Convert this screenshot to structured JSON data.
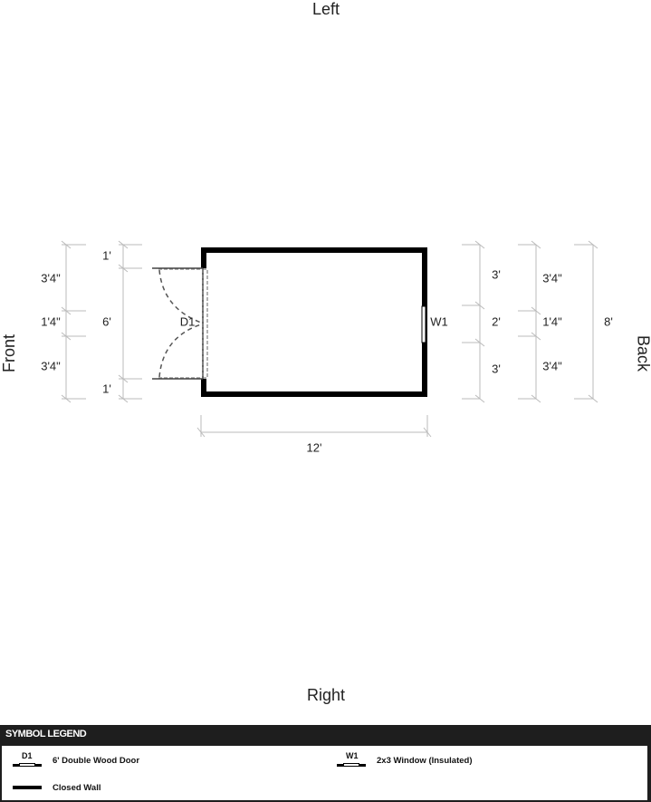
{
  "sides": {
    "top": "Left",
    "bottom": "Right",
    "left": "Front",
    "right": "Back"
  },
  "openings": {
    "door": "D1",
    "window": "W1"
  },
  "dimensions": {
    "front_outer": [
      "3'4\"",
      "1'4\"",
      "3'4\""
    ],
    "front_inner": [
      "1'",
      "6'",
      "1'"
    ],
    "back_inner": [
      "3'",
      "2'",
      "3'"
    ],
    "back_mid": [
      "3'4\"",
      "1'4\"",
      "3'4\""
    ],
    "back_total": "8'",
    "width": "12'"
  },
  "legend": {
    "title": "SYMBOL LEGEND",
    "items": [
      {
        "code": "D1",
        "label": "6' Double Wood Door"
      },
      {
        "code": "W1",
        "label": "2x3 Window (Insulated)"
      },
      {
        "label": "Closed Wall"
      }
    ]
  }
}
